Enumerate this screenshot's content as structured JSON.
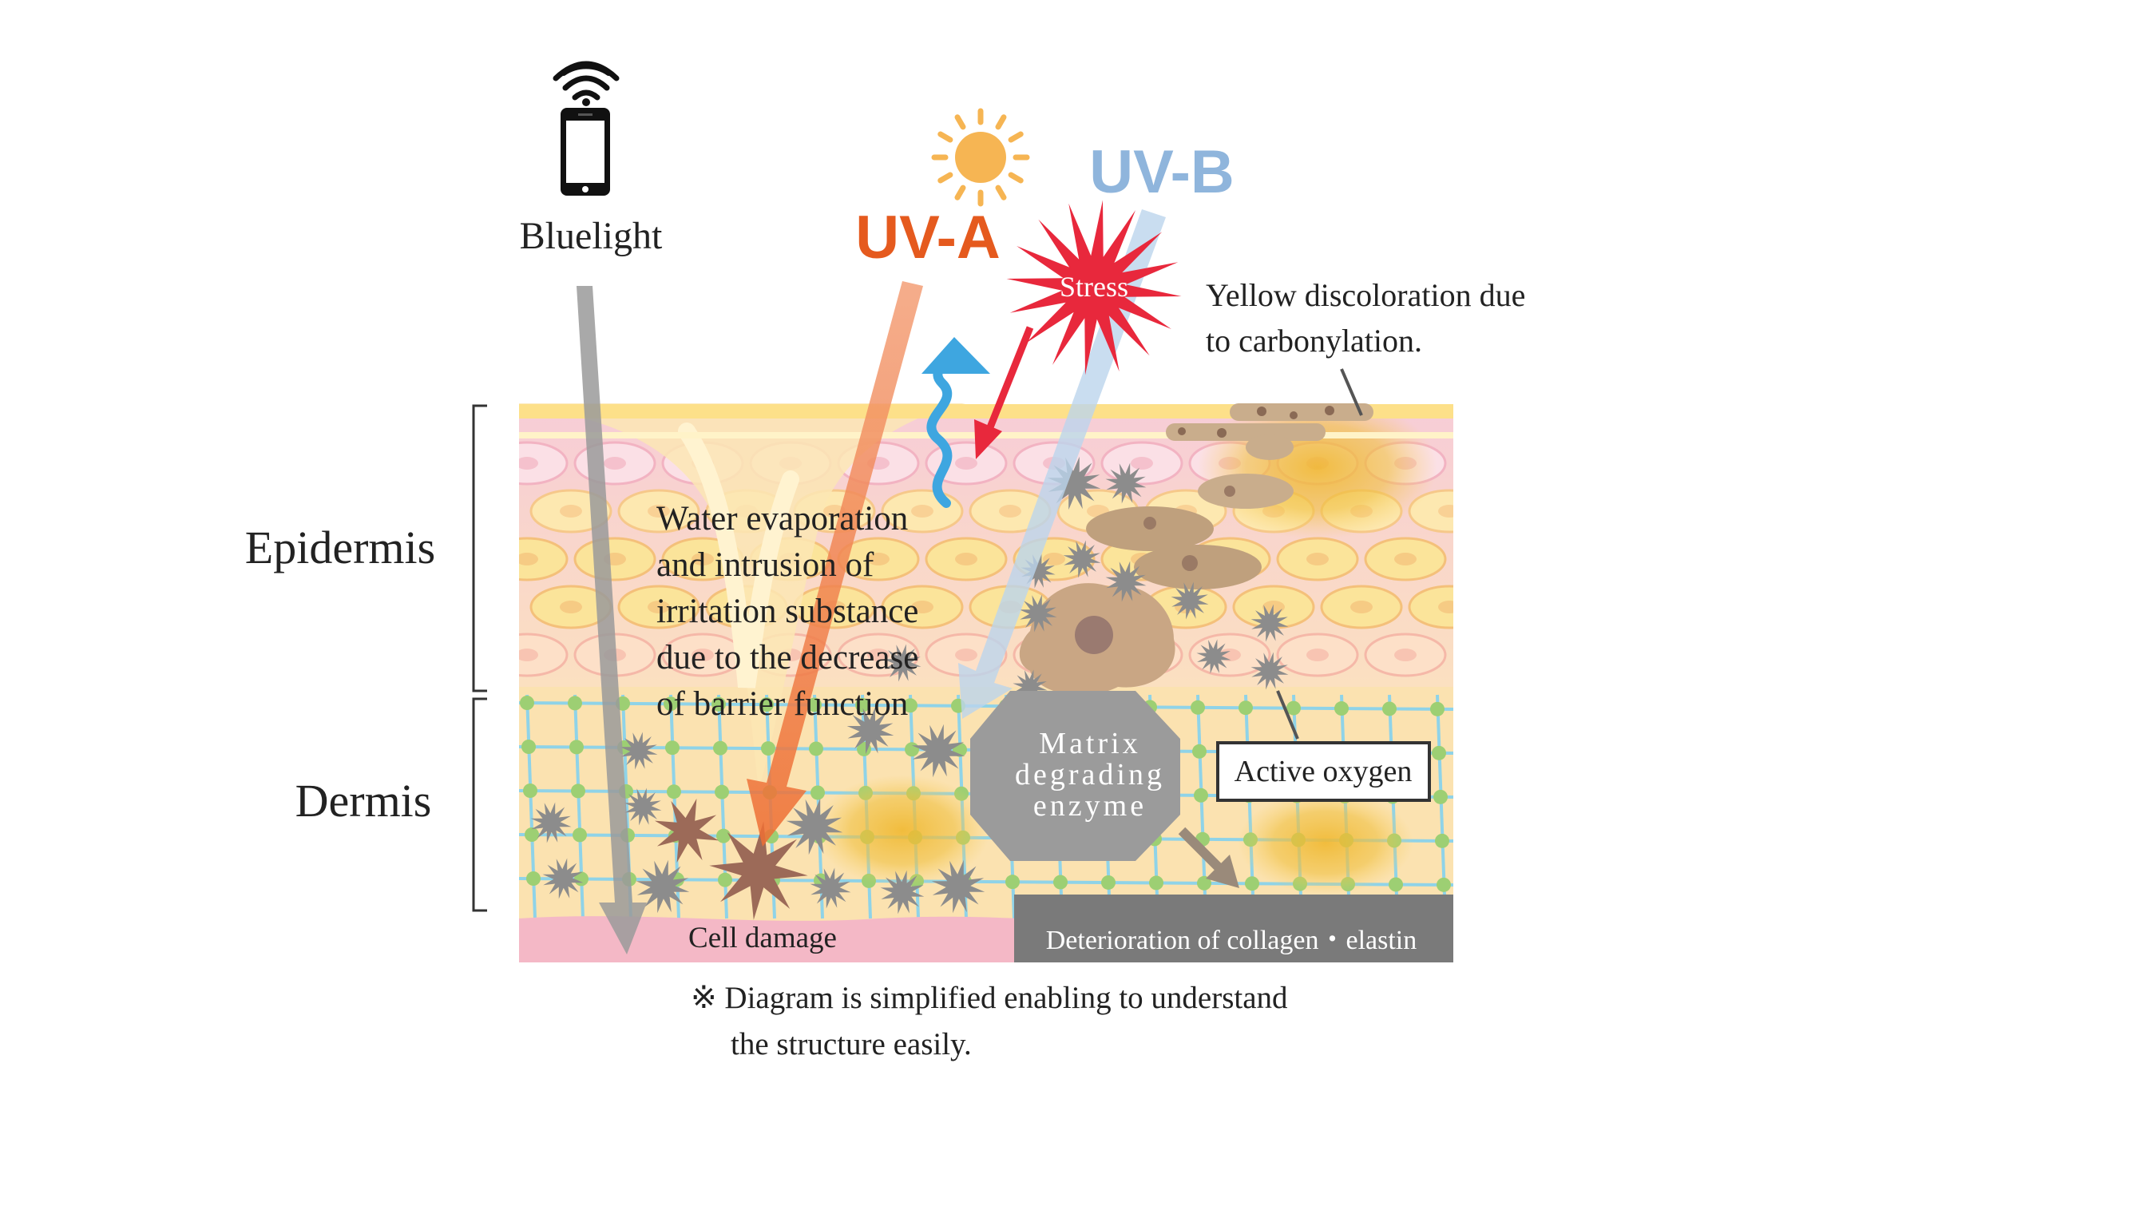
{
  "labels": {
    "bluelight": "Bluelight",
    "uva": "UV-A",
    "uvb": "UV-B",
    "stress": "Stress",
    "yellow_line1": "Yellow discoloration due",
    "yellow_line2": "to carbonylation.",
    "epidermis": "Epidermis",
    "dermis": "Dermis",
    "water_line1": "Water evaporation",
    "water_line2": "and intrusion of",
    "water_line3": "irritation substance",
    "water_line4": "due to the decrease",
    "water_line5": "of barrier function",
    "matrix_line1": "Matrix",
    "matrix_line2": "degrading",
    "matrix_line3": "enzyme",
    "active_oxygen": "Active oxygen",
    "cell_damage": "Cell damage",
    "deterioration": "Deterioration of collagen・elastin",
    "note_line1": "※ Diagram is simplified enabling to understand",
    "note_line2": "the structure easily."
  },
  "colors": {
    "uva": "#e55a1e",
    "uvb": "#8fb5dc",
    "stress": "#e8283c",
    "bluelight_arrow": "#9a9a9a",
    "sun": "#f6b553",
    "dermis_lines": "#8fd3e8",
    "dermis_dots": "#9dcf73",
    "epidermis_pink": "#f4bcc8",
    "cell_yellow": "#fbe49a",
    "enzyme_gray": "#9b9b9b",
    "deterioration_bar": "#7a7a7a"
  },
  "icons": {
    "device": "smartphone-icon",
    "signal": "wifi-icon",
    "sun": "sun-icon"
  }
}
